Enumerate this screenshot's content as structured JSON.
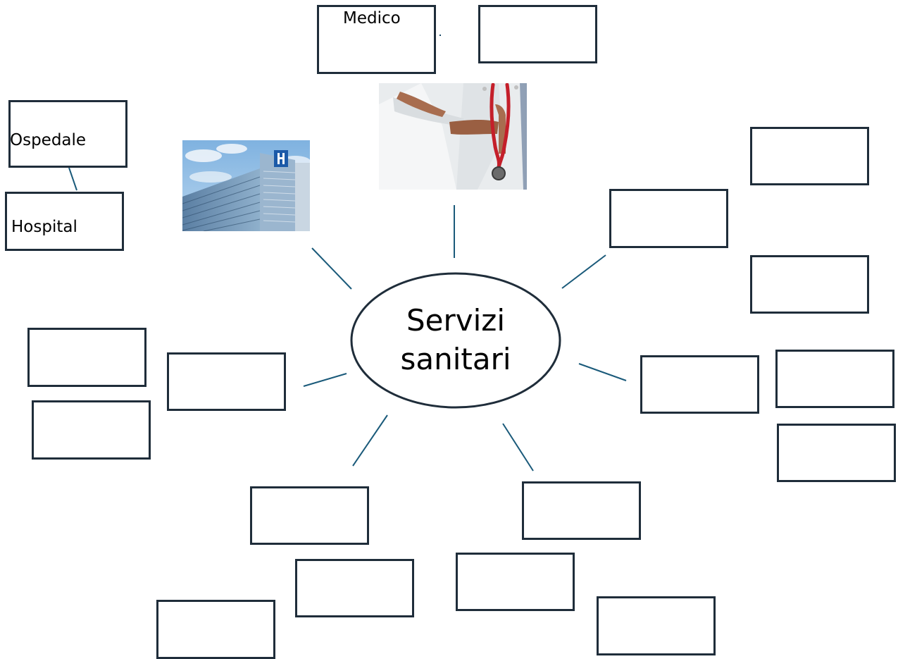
{
  "diagram": {
    "center": {
      "line1": "Servizi",
      "line2": "sanitari"
    },
    "labels": {
      "medico": "Medico",
      "ospedale": "Ospedale",
      "hospital": "Hospital"
    },
    "images": {
      "hospital_building": "hospital-building-image",
      "doctor": "doctor-with-stethoscope-image"
    },
    "colors": {
      "box_border": "#1f2d3a",
      "connector": "#1a5a7a",
      "ellipse_border": "#1f2d3a"
    }
  }
}
